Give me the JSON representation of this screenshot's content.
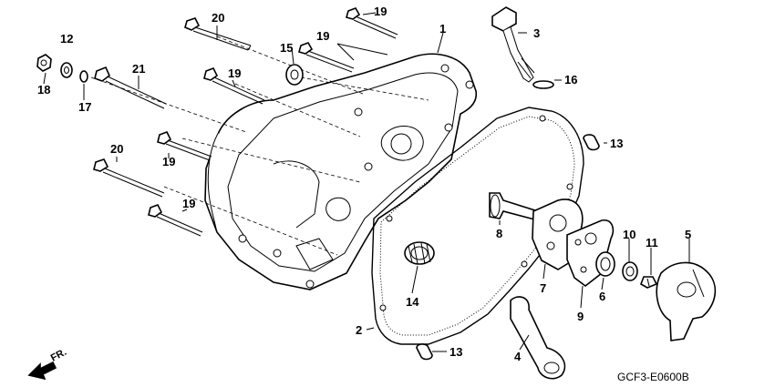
{
  "diagram": {
    "drawing_code": "GCF3-E0600B",
    "direction_label": "FR.",
    "callouts": [
      {
        "id": "c20a",
        "text": "20"
      },
      {
        "id": "c19a",
        "text": "19"
      },
      {
        "id": "c1",
        "text": "1"
      },
      {
        "id": "c3",
        "text": "3"
      },
      {
        "id": "c12",
        "text": "12"
      },
      {
        "id": "c15",
        "text": "15"
      },
      {
        "id": "c19b",
        "text": "19"
      },
      {
        "id": "c21",
        "text": "21"
      },
      {
        "id": "c19c",
        "text": "19"
      },
      {
        "id": "c18",
        "text": "18"
      },
      {
        "id": "c17",
        "text": "17"
      },
      {
        "id": "c16",
        "text": "16"
      },
      {
        "id": "c13a",
        "text": "13"
      },
      {
        "id": "c20b",
        "text": "20"
      },
      {
        "id": "c19d",
        "text": "19"
      },
      {
        "id": "c19e",
        "text": "19"
      },
      {
        "id": "c8",
        "text": "8"
      },
      {
        "id": "c10",
        "text": "10"
      },
      {
        "id": "c5",
        "text": "5"
      },
      {
        "id": "c11",
        "text": "11"
      },
      {
        "id": "c7",
        "text": "7"
      },
      {
        "id": "c6",
        "text": "6"
      },
      {
        "id": "c9",
        "text": "9"
      },
      {
        "id": "c14",
        "text": "14"
      },
      {
        "id": "c2",
        "text": "2"
      },
      {
        "id": "c13b",
        "text": "13"
      },
      {
        "id": "c4",
        "text": "4"
      }
    ]
  }
}
